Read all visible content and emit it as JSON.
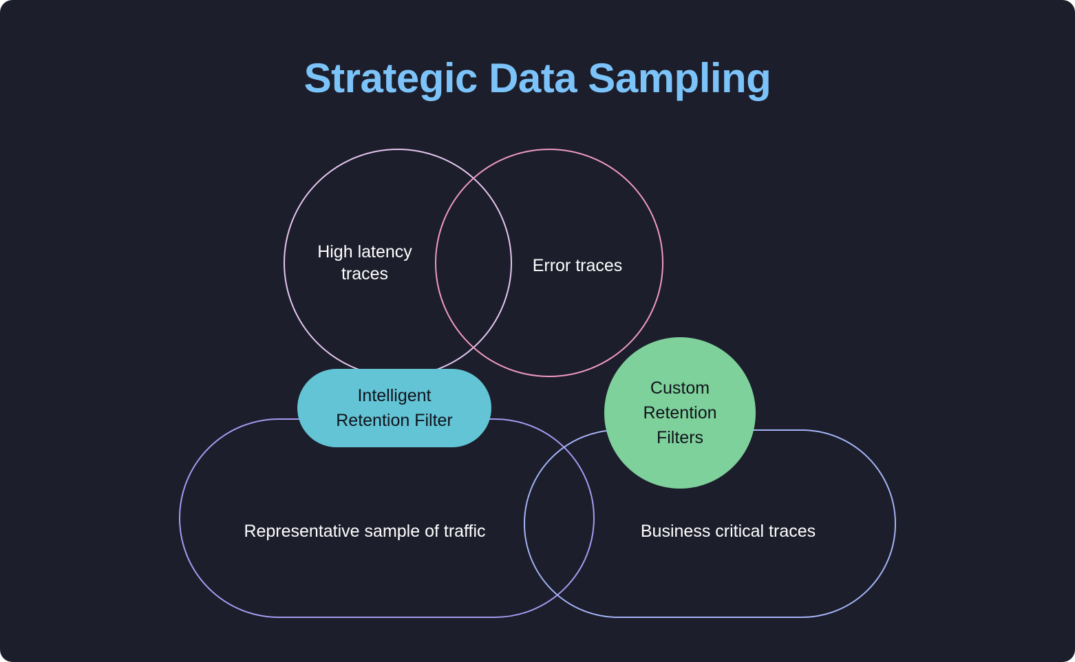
{
  "diagram": {
    "title": "Strategic Data Sampling",
    "shapes": {
      "high_latency": {
        "label_lines": [
          "High latency",
          "traces"
        ]
      },
      "error_traces": {
        "label_lines": [
          "Error traces"
        ]
      },
      "representative": {
        "label_lines": [
          "Representative sample of traffic"
        ]
      },
      "business_critical": {
        "label_lines": [
          "Business critical traces"
        ]
      },
      "intelligent_filter": {
        "label_lines": [
          "Intelligent",
          "Retention Filter"
        ]
      },
      "custom_filters": {
        "label_lines": [
          "Custom",
          "Retention",
          "Filters"
        ]
      }
    }
  },
  "colors": {
    "background": "#1c1e2b",
    "title": "#7cc3f9",
    "high_latency_stroke": "#e6c7f0",
    "error_traces_stroke": "#f19bc4",
    "representative_stroke": "#a99af3",
    "business_critical_stroke": "#a5b4f7",
    "intelligent_filter_fill": "#63c4d5",
    "custom_filters_fill": "#7fd19b",
    "label_light": "#ffffff",
    "label_dark": "#10131c"
  }
}
